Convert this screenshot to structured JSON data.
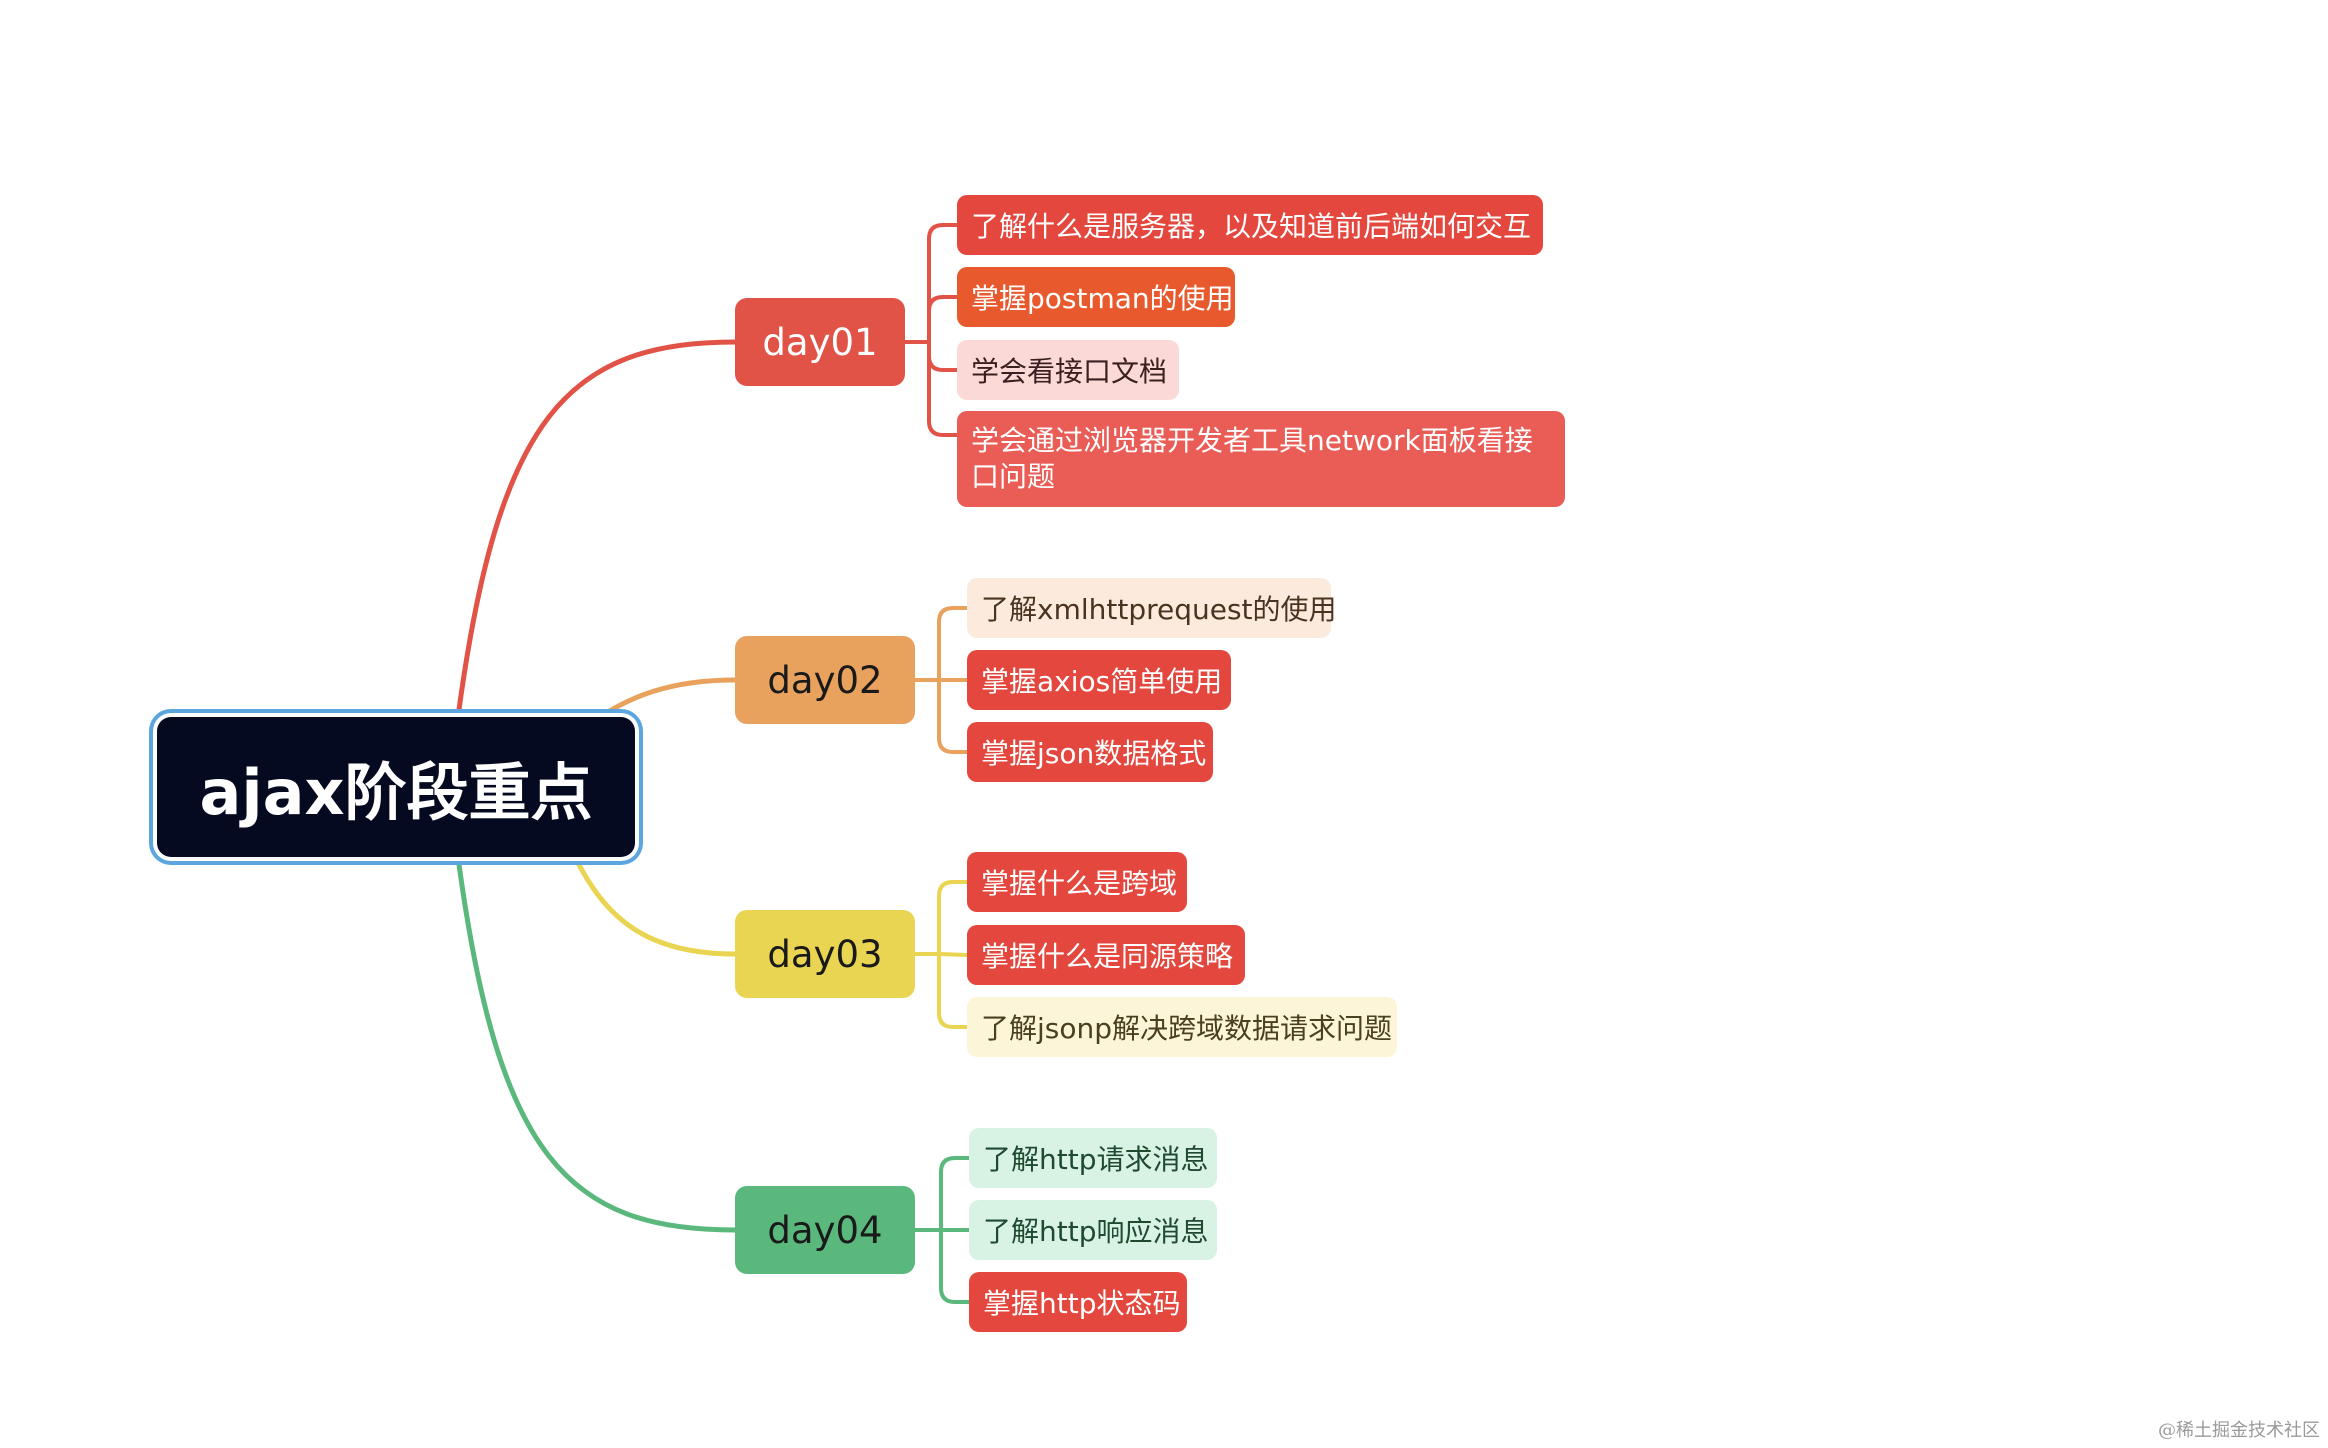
{
  "root": {
    "label": "ajax阶段重点"
  },
  "branches": [
    {
      "label": "day01",
      "color": "#e25347",
      "leaves": [
        {
          "label": "了解什么是服务器，以及知道前后端如何交互",
          "bg": "#e3473d",
          "fg": "#ffffff"
        },
        {
          "label": "掌握postman的使用",
          "bg": "#e85a2d",
          "fg": "#ffffff"
        },
        {
          "label": "学会看接口文档",
          "bg": "#fbd9d6",
          "fg": "#3a2020"
        },
        {
          "label": "学会通过浏览器开发者工具network面板看接口问题",
          "bg": "#ea5d56",
          "fg": "#ffffff"
        }
      ]
    },
    {
      "label": "day02",
      "color": "#e9a25d",
      "leaves": [
        {
          "label": "了解xmlhttprequest的使用",
          "bg": "#fcebdc",
          "fg": "#4a3420"
        },
        {
          "label": "掌握axios简单使用",
          "bg": "#e3473d",
          "fg": "#ffffff"
        },
        {
          "label": "掌握json数据格式",
          "bg": "#e3473d",
          "fg": "#ffffff"
        }
      ]
    },
    {
      "label": "day03",
      "color": "#ead552",
      "leaves": [
        {
          "label": "掌握什么是跨域",
          "bg": "#e3473d",
          "fg": "#ffffff"
        },
        {
          "label": "掌握什么是同源策略",
          "bg": "#e3473d",
          "fg": "#ffffff"
        },
        {
          "label": "了解jsonp解决跨域数据请求问题",
          "bg": "#fdf5d8",
          "fg": "#4a4020"
        }
      ]
    },
    {
      "label": "day04",
      "color": "#5ab87d",
      "leaves": [
        {
          "label": "了解http请求消息",
          "bg": "#d8f3e4",
          "fg": "#204a30"
        },
        {
          "label": "了解http响应消息",
          "bg": "#d8f3e4",
          "fg": "#204a30"
        },
        {
          "label": "掌握http状态码",
          "bg": "#e3473d",
          "fg": "#ffffff"
        }
      ]
    }
  ],
  "watermark": "@稀土掘金技术社区"
}
